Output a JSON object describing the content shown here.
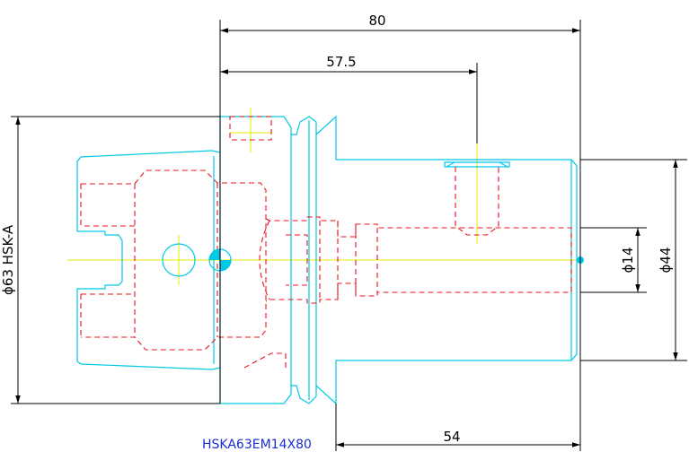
{
  "dimensions": {
    "overall_length": "80",
    "bore_depth": "57.5",
    "shank_length": "54",
    "hsk_diameter": "ϕ63 HSK-A",
    "bore_diameter": "ϕ14",
    "body_diameter": "ϕ44"
  },
  "part_number": "HSKA63EM14X80",
  "colors": {
    "outline": "#00c8e6",
    "hidden": "#e8141e",
    "center": "#e8e800",
    "dimension": "#000000",
    "part_label": "#1a2ccf"
  }
}
